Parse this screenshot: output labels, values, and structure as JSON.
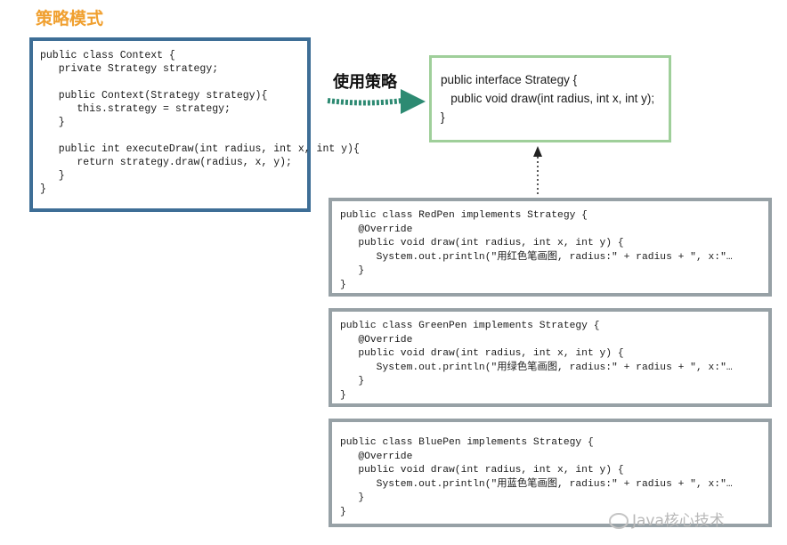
{
  "title": "策略模式",
  "relation_label": "使用策略",
  "watermark": "Java核心技术",
  "colors": {
    "title": "#f0a030",
    "context_border": "#3e6e96",
    "interface_border": "#9fcf9a",
    "impl_border": "#97a1a6",
    "arrow": "#2d8a72"
  },
  "context_code": "public class Context {\n   private Strategy strategy;\n\n   public Context(Strategy strategy){\n      this.strategy = strategy;\n   }\n\n   public int executeDraw(int radius, int x, int y){\n      return strategy.draw(radius, x, y);\n   }\n}",
  "interface_code": "public interface Strategy {\n   public void draw(int radius, int x, int y);\n}",
  "red_code": "public class RedPen implements Strategy {\n   @Override\n   public void draw(int radius, int x, int y) {\n      System.out.println(\"用红色笔画图, radius:\" + radius + \", x:\"…\n   }\n}",
  "green_code": "public class GreenPen implements Strategy {\n   @Override\n   public void draw(int radius, int x, int y) {\n      System.out.println(\"用绿色笔画图, radius:\" + radius + \", x:\"…\n   }\n}",
  "blue_code": "public class BluePen implements Strategy {\n   @Override\n   public void draw(int radius, int x, int y) {\n      System.out.println(\"用蓝色笔画图, radius:\" + radius + \", x:\"…\n   }\n}"
}
